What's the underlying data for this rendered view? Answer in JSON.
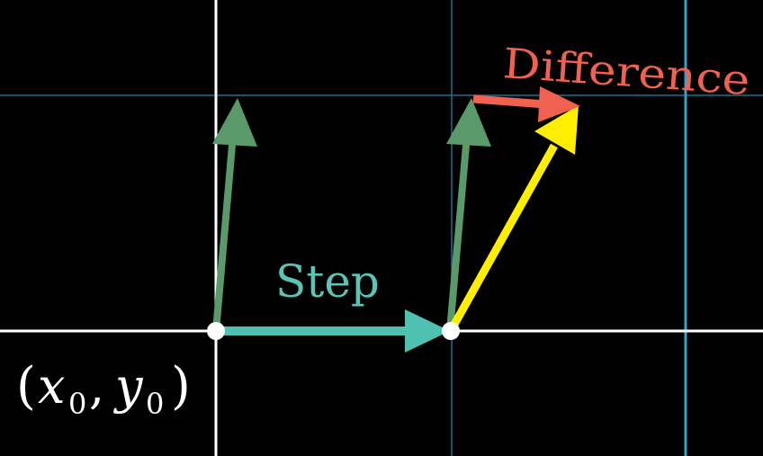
{
  "labels": {
    "step": "Step",
    "difference": "Difference",
    "origin_var_x": "x",
    "origin_sub_x": "0",
    "origin_var_y": "y",
    "origin_sub_y": "0",
    "paren_open": "(",
    "comma": ",",
    "paren_close": ")"
  },
  "colors": {
    "background": "#000000",
    "axis": "#ffffff",
    "grid_thin": "#1f6f8f",
    "grid_bright": "#3aa0c8",
    "step_arrow": "#4fc1b0",
    "step_label": "#5cc4b4",
    "tangent_arrow": "#5a9a6a",
    "difference_arrow": "#f0614f",
    "difference_label": "#f0614f",
    "result_arrow": "#ffee00",
    "point": "#ffffff"
  },
  "icons": {
    "start_point": "dot-icon",
    "end_point": "dot-icon"
  }
}
